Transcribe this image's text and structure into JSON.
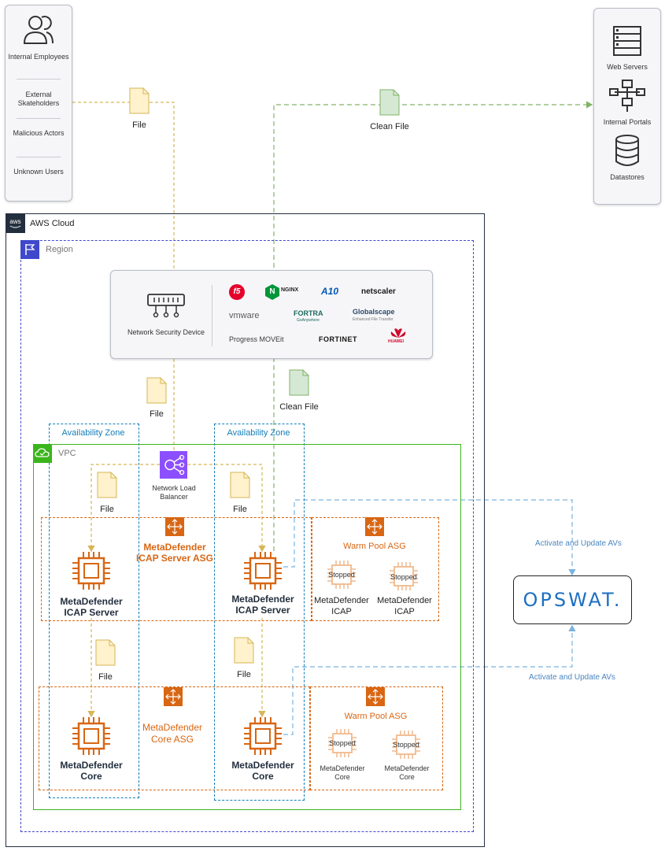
{
  "actors": [
    "Internal Employees",
    "External Skateholders",
    "Malicious Actors",
    "Unknown Users"
  ],
  "destinations": [
    "Web Servers",
    "Internal Portals",
    "Datastores"
  ],
  "aws_cloud": "AWS Cloud",
  "region": "Region",
  "file_label": "File",
  "clean_file_label": "Clean File",
  "network_security_device": "Network Security Device",
  "vendors": {
    "f5": "f5",
    "nginx": "NGINX",
    "a10": "A10",
    "netscaler": "netscaler",
    "vmware": "vmware",
    "fortra": "FORTRA",
    "fortra_sub": "GoAnywhere",
    "globalscape": "Globalscape",
    "globalscape_sub": "Enhanced File Transfer",
    "progress": "Progress MOVEit",
    "fortinet": "FORTINET",
    "huawei": "HUAWEI"
  },
  "availability_zone": "Availability Zone",
  "vpc": "VPC",
  "nlb": "Network Load Balancer",
  "icap_asg": "MetaDefender ICAP Server ASG",
  "core_asg": "MetaDefender Core ASG",
  "icap_server": "MetaDefender ICAP Server",
  "core": "MetaDefender Core",
  "warm_pool": "Warm Pool ASG",
  "stopped": "Stopped",
  "icap_small": "MetaDefender ICAP",
  "core_small": "MetaDefender Core",
  "activate": "Activate and Update AVs",
  "opswat": "OPSWAT.",
  "colors": {
    "orange": "#d86613",
    "blue": "#147eba",
    "green": "#3bb51c",
    "file_yellow": "#d6b656",
    "file_green": "#82b366",
    "purple": "#8c4fff",
    "aws_dark": "#232f3e"
  }
}
